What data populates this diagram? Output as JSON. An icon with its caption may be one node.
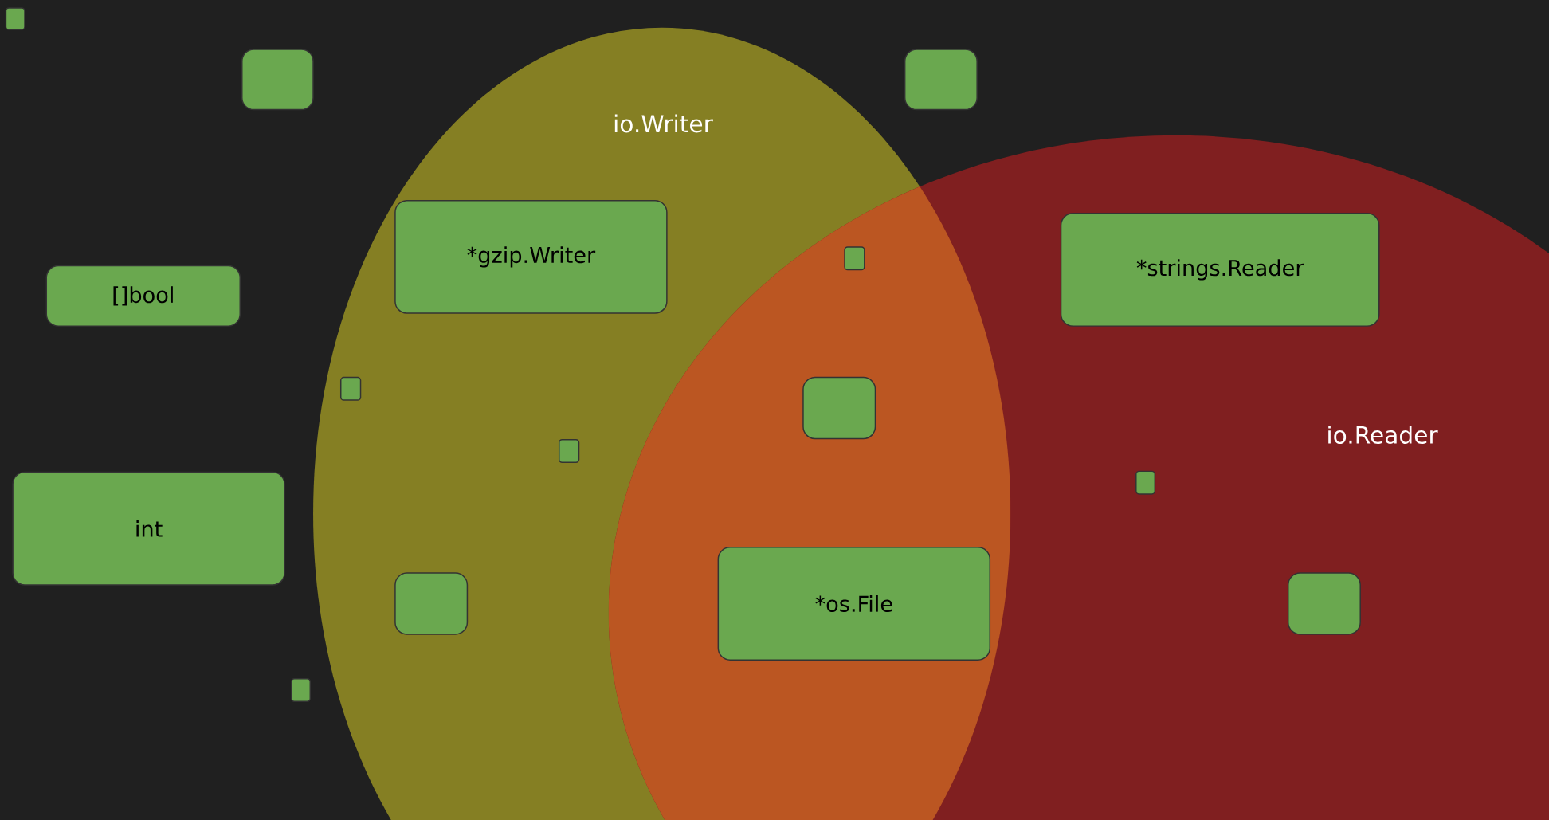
{
  "diagram": {
    "nodes": [
      {
        "text": [
          "io.Writer"
        ]
      },
      {
        "text": [
          "io.Reader"
        ]
      },
      {
        "text": [],
        "shape": "box"
      },
      {
        "text": [],
        "shape": "box"
      },
      {
        "text": [],
        "shape": "box"
      },
      {
        "text": [
          "*gzip.Writer"
        ],
        "in": 0
      },
      {
        "text": [],
        "shape": "box"
      },
      {
        "text": [
          "*strings.Reader"
        ],
        "in": 1
      },
      {
        "text": [
          "[]bool"
        ]
      },
      {
        "text": [],
        "shape": "box",
        "in": 0
      },
      {
        "text": [],
        "shape": "box"
      },
      {
        "text": [],
        "shape": "box",
        "in": 0
      },
      {
        "text": [],
        "shape": "box",
        "in": 1
      },
      {
        "text": [
          "int"
        ]
      },
      {
        "text": [],
        "shape": "box",
        "in": 0
      },
      {
        "text": [
          "*os.File"
        ]
      },
      {
        "text": [],
        "shape": "box",
        "in": 1
      },
      {
        "text": [],
        "shape": "box"
      }
    ]
  }
}
